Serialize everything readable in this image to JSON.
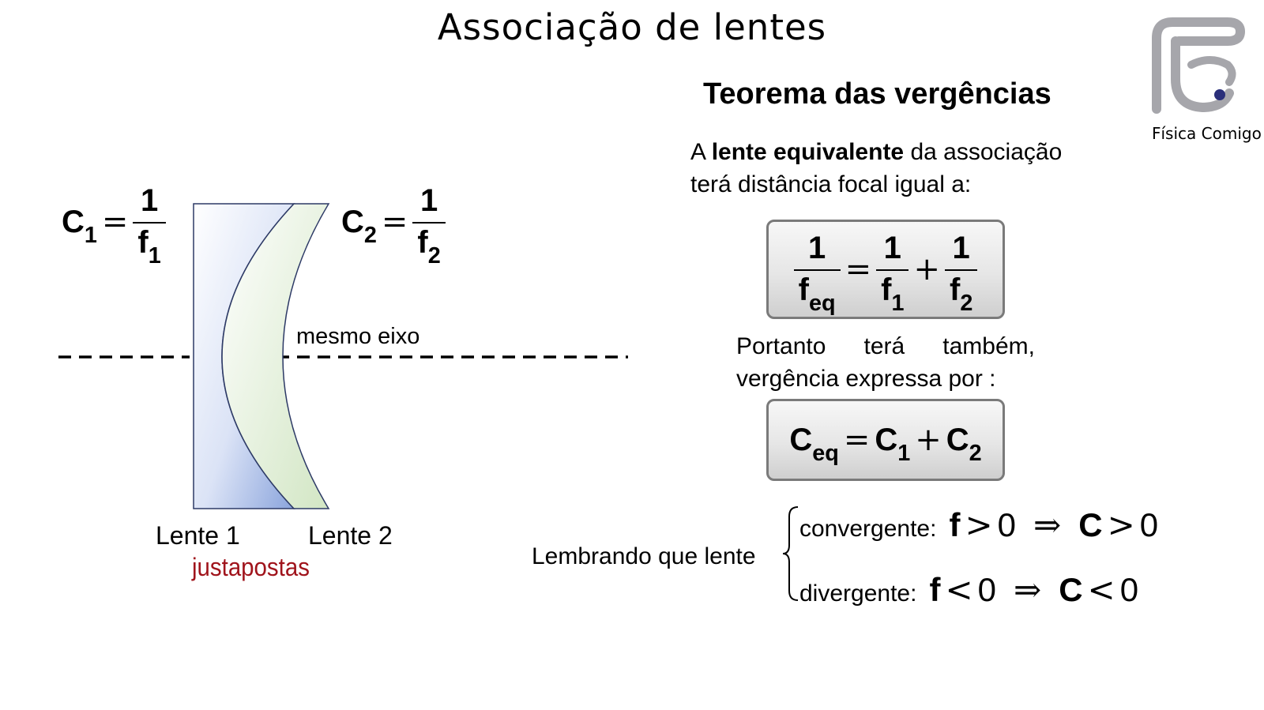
{
  "title": "Associação de lentes",
  "subtitle": "Teorema das vergências",
  "paragraph": {
    "pre": "A",
    "bold": "lente equivalente",
    "post": "da associação",
    "line2": "terá distância focal igual a:"
  },
  "diagram": {
    "c1": {
      "sym": "C",
      "sub": "1",
      "num": "1",
      "den": "f",
      "den_sub": "1"
    },
    "c2": {
      "sym": "C",
      "sub": "2",
      "num": "1",
      "den": "f",
      "den_sub": "2"
    },
    "axis_label": "mesmo eixo",
    "lens1_label": "Lente 1",
    "lens2_label": "Lente 2",
    "arrangement": "justapostas",
    "lens1_color": "#8aa4dc",
    "lens2_color": "#dcebd0",
    "arrangement_color": "#a0141c"
  },
  "formula1": {
    "one": "1",
    "f": "f",
    "eq": "eq",
    "s1": "1",
    "s2": "2",
    "equals": "=",
    "plus": "+"
  },
  "portanto": {
    "w1": "Portanto",
    "w2": "terá",
    "w3": "também,",
    "line2": "vergência expressa por :"
  },
  "formula2": {
    "C": "C",
    "eq": "eq",
    "s1": "1",
    "s2": "2",
    "equals": "=",
    "plus": "+"
  },
  "lembrando": {
    "prefix": "Lembrando que lente",
    "conv_label": "convergente:",
    "div_label": "divergente:",
    "f": "f",
    "C": "C",
    "zero": "0",
    "gt": ">",
    "lt": "<",
    "implies": "⇒"
  },
  "logo": {
    "text": "Física Comigo",
    "gray": "#a6a6ab",
    "dot": "#2a2f7a"
  }
}
